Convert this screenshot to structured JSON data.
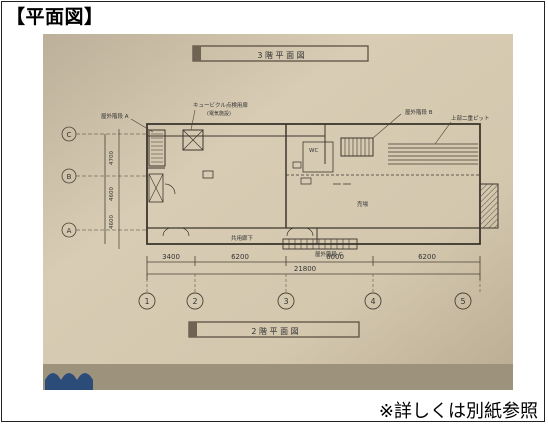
{
  "heading": "【平面図】",
  "footnote": "※詳しくは別紙参照",
  "plan": {
    "top_title": "3 階 平 面 図",
    "bottom_title": "2 階 平 面 図",
    "dimensions": [
      "3400",
      "6200",
      "6000",
      "6200"
    ],
    "total_dimension": "21800",
    "grid_columns": [
      "1",
      "2",
      "3",
      "4",
      "5"
    ],
    "grid_rows": [
      "C",
      "B",
      "A"
    ],
    "row_dimensions": [
      "4700",
      "4600",
      "4600"
    ],
    "labels": {
      "stair_a": "屋外階段 A",
      "cubicle": "キュービクル点検用扉",
      "cubicle_sub": "(電気施設)",
      "stair_b": "屋外階段 B",
      "pit": "上部二重ピット",
      "wc": "WC",
      "sales_floor": "売場",
      "corridor": "共用廊下",
      "stair_c": "屋外階段 C"
    }
  }
}
